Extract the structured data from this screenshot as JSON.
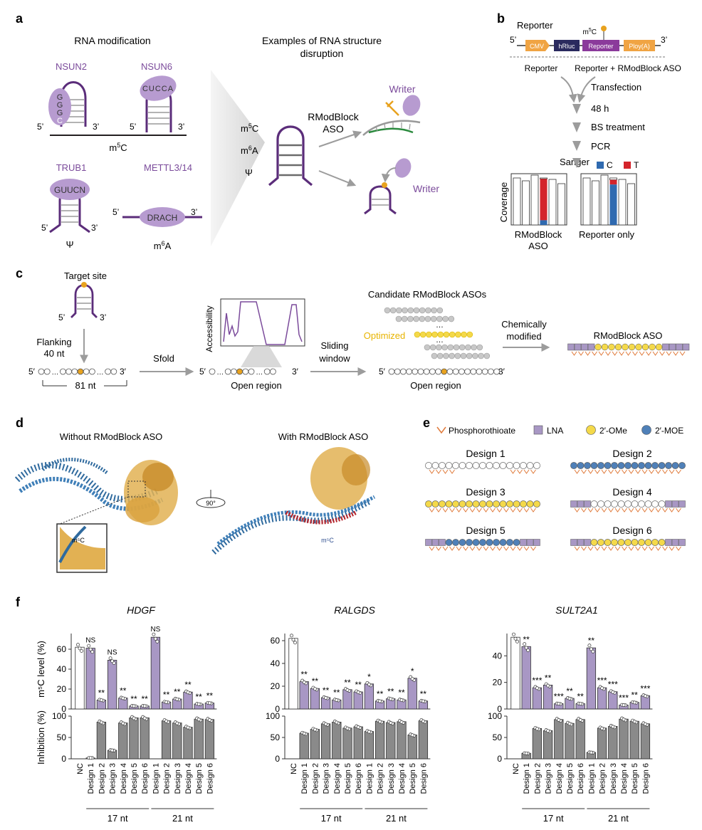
{
  "panels": {
    "a": "a",
    "b": "b",
    "c": "c",
    "d": "d",
    "e": "e",
    "f": "f"
  },
  "a": {
    "rna_mod_title": "RNA modification",
    "nsun2": "NSUN2",
    "nsun6": "NSUN6",
    "trub1": "TRUB1",
    "mettl": "METTL3/14",
    "m5c": "m",
    "m5c_sup": "5",
    "m5c_tail": "C",
    "m6a": "m",
    "m6a_sup": "6",
    "m6a_tail": "A",
    "psi": "Ψ",
    "examples_title_1": "Examples of RNA structure",
    "examples_title_2": "disruption",
    "aso_1": "RModBlock",
    "aso_2": "ASO",
    "writer": "Writer",
    "five": "5’",
    "three": "3’",
    "motif_nsun2": "GGGC",
    "motif_nsun6": "CUCCA",
    "motif_trub1": "GUUCN",
    "motif_mettl": "DRACH"
  },
  "b": {
    "reporter": "Reporter",
    "cmv": "CMV",
    "hrluc": "hRluc",
    "reporter_box": "Reporter",
    "polya": "Ploy(A)",
    "reporter_left": "Reporter",
    "reporter_right": "Reporter + RModBlock ASO",
    "transfection": "Transfection",
    "h48": "48 h",
    "bs": "BS treatment",
    "pcr": "PCR",
    "sanger": "Sanger",
    "legend_c": "C",
    "legend_t": "T",
    "coverage": "Coverage",
    "rmodblock_1": "RModBlock",
    "rmodblock_2": "ASO",
    "reporter_only": "Reporter only"
  },
  "c": {
    "target_site": "Target site",
    "flanking_1": "Flanking",
    "flanking_2": "40 nt",
    "nt81": "81 nt",
    "sfold": "Sfold",
    "accessibility": "Accessibility",
    "open_region": "Open region",
    "sliding_1": "Sliding",
    "sliding_2": "window",
    "candidate": "Candidate RModBlock ASOs",
    "optimized": "Optimized",
    "chem_1": "Chemically",
    "chem_2": "modified",
    "rmodblock": "RModBlock ASO"
  },
  "d": {
    "without": "Without RModBlock ASO",
    "with": "With RModBlock ASO",
    "rotation": "90°",
    "m5c_inset": "m⁵C",
    "m5c_right": "m⁵C"
  },
  "e": {
    "legend": [
      "Phosphorothioate",
      "LNA",
      "2′-OMe",
      "2′-MOE"
    ],
    "designs": [
      "Design 1",
      "Design 2",
      "Design 3",
      "Design 4",
      "Design 5",
      "Design 6"
    ]
  },
  "f": {
    "ylabel_top": "m⁵C level (%)",
    "ylabel_bottom": "Inhibition (%)",
    "groups": [
      "17 nt",
      "21 nt"
    ],
    "chart_data": [
      {
        "type": "bar",
        "title": "HDGF",
        "categories": [
          "NC",
          "Design 1",
          "Design 2",
          "Design 3",
          "Design 4",
          "Design 5",
          "Design 6",
          "Design 1",
          "Design 2",
          "Design 3",
          "Design 4",
          "Design 5",
          "Design 6"
        ],
        "series": [
          {
            "name": "m⁵C level (%)",
            "values": [
              62,
              61,
              9,
              49,
              11,
              3,
              3,
              72,
              7,
              10,
              17,
              5,
              6
            ],
            "ylim": [
              0,
              80
            ],
            "ticks": [
              0,
              20,
              40,
              60
            ]
          },
          {
            "name": "Inhibition (%)",
            "values": [
              0,
              2,
              86,
              20,
              84,
              96,
              96,
              0,
              89,
              84,
              74,
              93,
              92
            ],
            "ylim": [
              0,
              100
            ],
            "ticks": [
              0,
              50,
              100
            ]
          }
        ],
        "significance": [
          "",
          "NS",
          "**",
          "NS",
          "**",
          "**",
          "**",
          "NS",
          "**",
          "**",
          "**",
          "**",
          "**"
        ]
      },
      {
        "type": "bar",
        "title": "RALGDS",
        "categories": [
          "NC",
          "Design 1",
          "Design 2",
          "Design 3",
          "Design 4",
          "Design 5",
          "Design 6",
          "Design 1",
          "Design 2",
          "Design 3",
          "Design 4",
          "Design 5",
          "Design 6"
        ],
        "series": [
          {
            "name": "m⁵C level (%)",
            "values": [
              62,
              24,
              18,
              10,
              8,
              17,
              15,
              22,
              7,
              9,
              8,
              27,
              7
            ],
            "ylim": [
              0,
              70
            ],
            "ticks": [
              0,
              20,
              40,
              60
            ]
          },
          {
            "name": "Inhibition (%)",
            "values": [
              0,
              60,
              69,
              82,
              86,
              72,
              75,
              64,
              88,
              85,
              87,
              56,
              89
            ],
            "ylim": [
              0,
              100
            ],
            "ticks": [
              0,
              50,
              100
            ]
          }
        ],
        "significance": [
          "",
          "**",
          "**",
          "**",
          "**",
          "**",
          "**",
          "*",
          "**",
          "**",
          "**",
          "*",
          "**"
        ]
      },
      {
        "type": "bar",
        "title": "SULT2A1",
        "categories": [
          "NC",
          "Design 1",
          "Design 2",
          "Design 3",
          "Design 4",
          "Design 5",
          "Design 6",
          "Design 1",
          "Design 2",
          "Design 3",
          "Design 4",
          "Design 5",
          "Design 6"
        ],
        "series": [
          {
            "name": "m⁵C level (%)",
            "values": [
              54,
              47,
              16,
              18,
              4,
              8,
              4,
              46,
              16,
              13,
              3,
              5,
              10
            ],
            "ylim": [
              0,
              60
            ],
            "ticks": [
              0,
              20,
              40
            ]
          },
          {
            "name": "Inhibition (%)",
            "values": [
              0,
              13,
              71,
              66,
              92,
              83,
              92,
              15,
              72,
              76,
              93,
              88,
              82
            ],
            "ylim": [
              0,
              100
            ],
            "ticks": [
              0,
              50,
              100
            ]
          }
        ],
        "significance": [
          "",
          "**",
          "***",
          "**",
          "***",
          "**",
          "**",
          "**",
          "***",
          "***",
          "***",
          "**",
          "***"
        ]
      }
    ]
  }
}
